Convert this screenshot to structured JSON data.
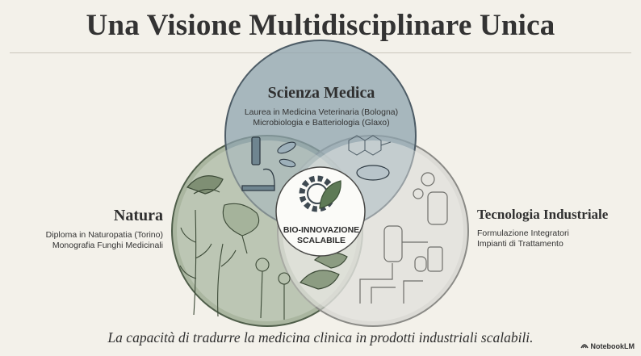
{
  "title": "Una Visione Multidisciplinare Unica",
  "circles": {
    "medical": {
      "title": "Scienza Medica",
      "lines": [
        "Laurea in Medicina Veterinaria (Bologna)",
        "Microbiologia e Batteriologia (Glaxo)"
      ],
      "color": "#8aa1ad"
    },
    "nature": {
      "title": "Natura",
      "lines": [
        "Diploma in Naturopatia (Torino)",
        "Monografia Funghi Medicinali"
      ],
      "color": "#8e9f84"
    },
    "tech": {
      "title": "Tecnologia Industriale",
      "lines": [
        "Formulazione Integratori",
        "Impianti di Trattamento"
      ],
      "color": "#c9c9c4"
    }
  },
  "center": {
    "lines": [
      "BIO-INNOVAZIONE",
      "SCALABILE"
    ]
  },
  "tagline": "La capacità di tradurre la medicina clinica in prodotti industriali scalabili.",
  "brand": "NotebookLM"
}
